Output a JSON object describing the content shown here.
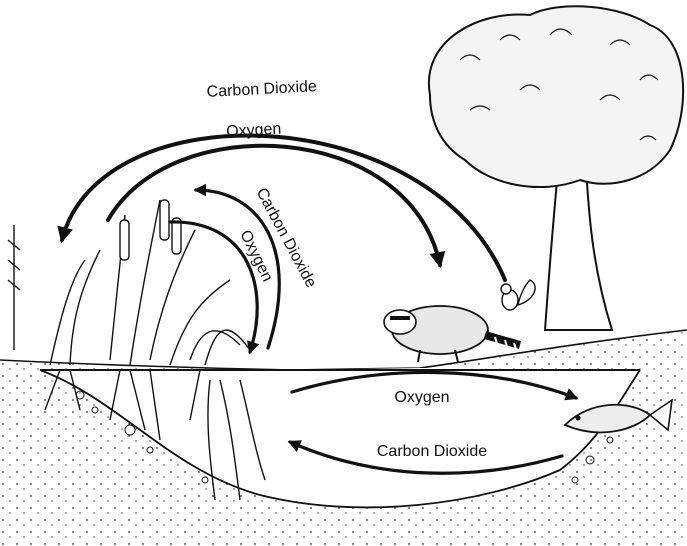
{
  "labels": {
    "outer_co2": "Carbon Dioxide",
    "outer_o2": "Oxygen",
    "inner_co2": "Carbon Dioxide",
    "inner_o2": "Oxygen",
    "water_o2": "Oxygen",
    "water_co2": "Carbon Dioxide"
  },
  "colors": {
    "ink": "#111111",
    "paper": "#ffffff"
  }
}
